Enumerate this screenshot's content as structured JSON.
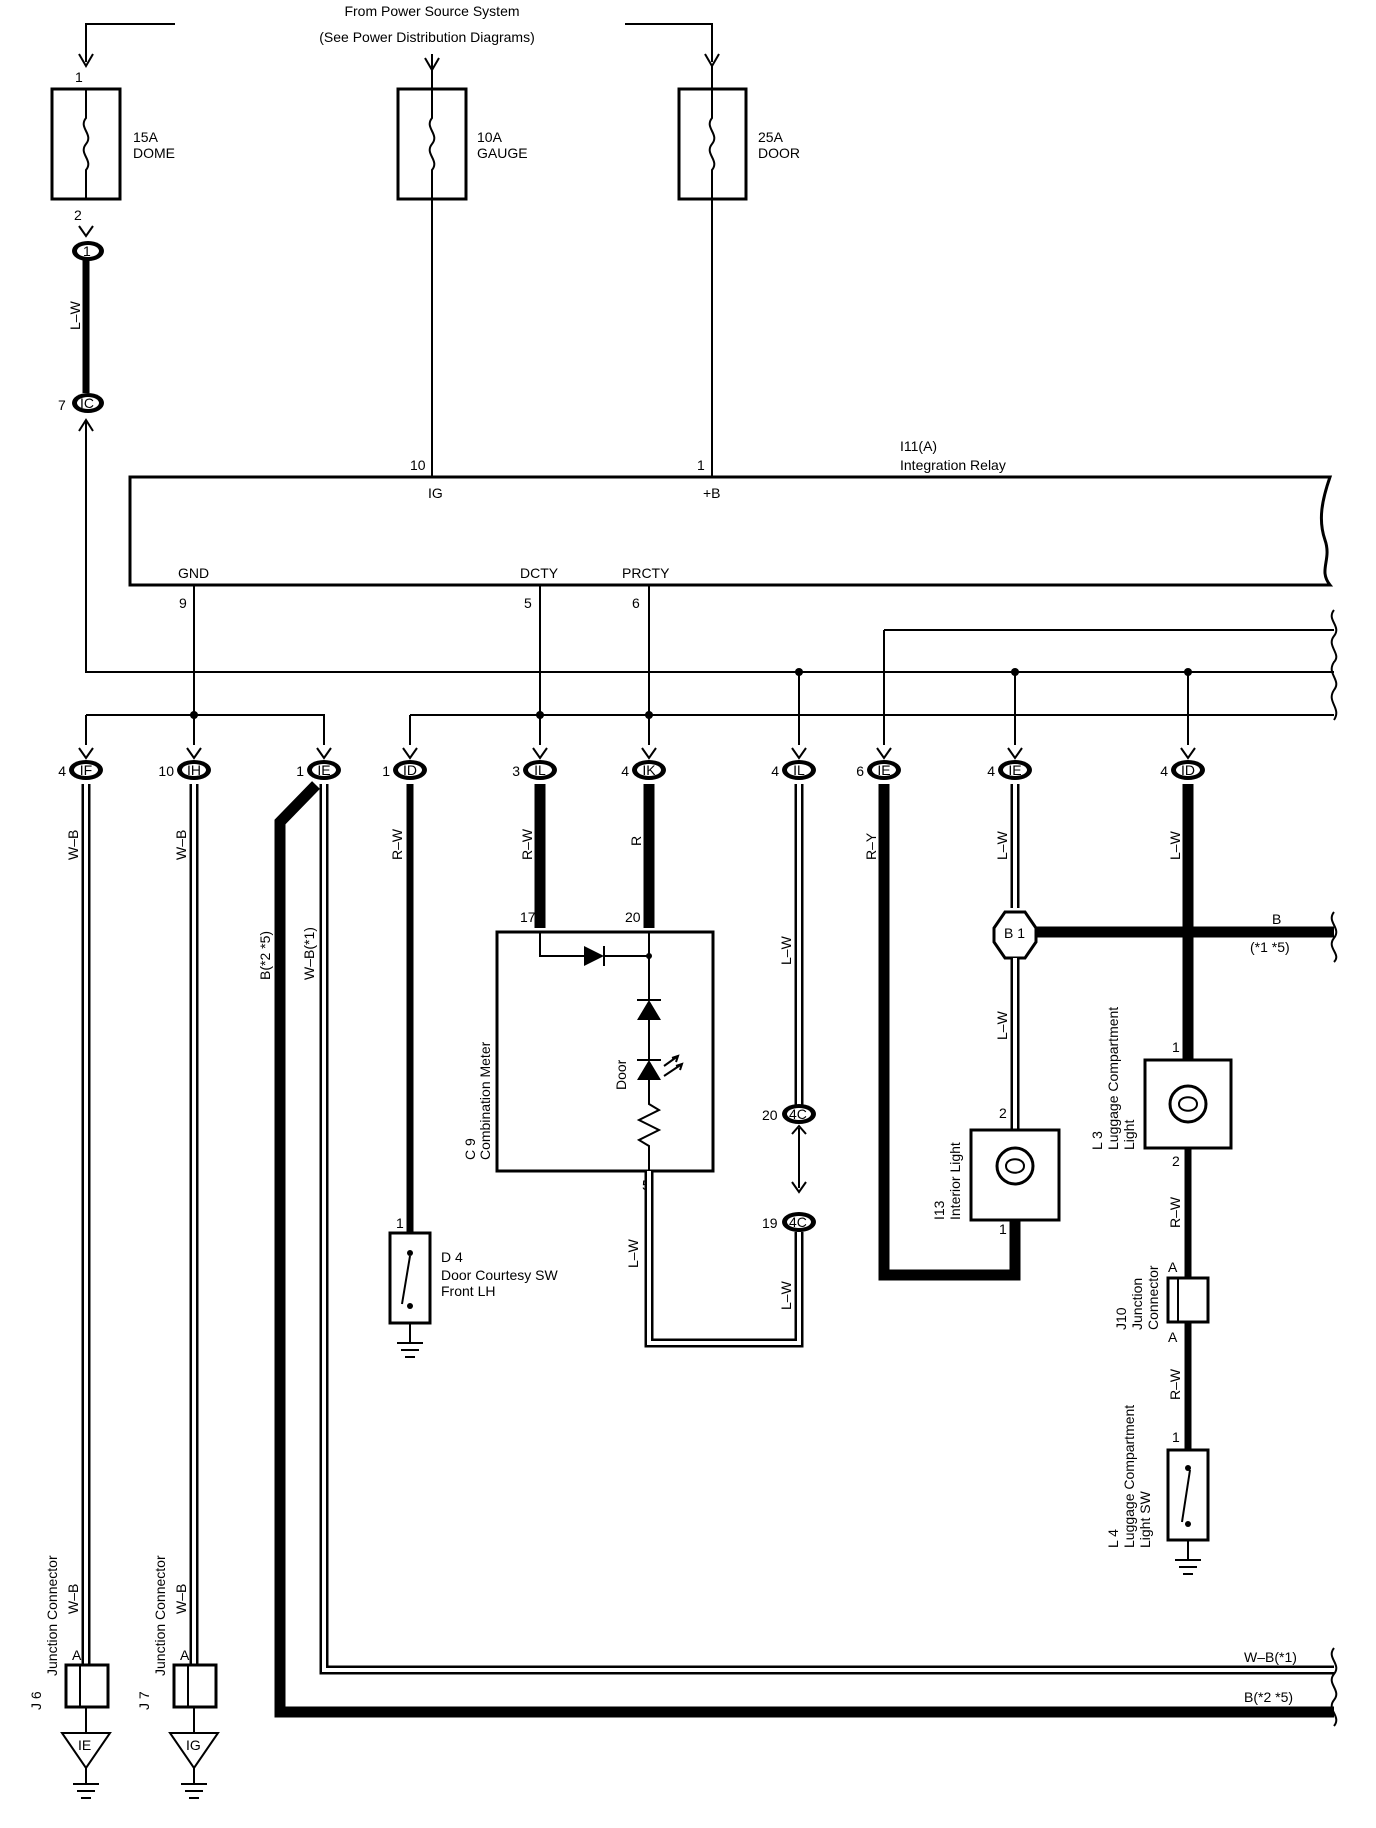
{
  "source": {
    "line1": "From Power Source System",
    "line2": "(See Power Distribution Diagrams)"
  },
  "fuses": [
    {
      "amp": "15A",
      "name": "DOME",
      "pin_in": "1",
      "pin_out": "2"
    },
    {
      "amp": "10A",
      "name": "GAUGE"
    },
    {
      "amp": "25A",
      "name": "DOOR"
    }
  ],
  "relay": {
    "code": "I11(A)",
    "name": "Integration Relay",
    "pins": {
      "ig": "10",
      "b": "1",
      "gnd": "9",
      "dcty": "5",
      "prcty": "6"
    },
    "labels": {
      "ig": "IG",
      "b": "+B",
      "gnd": "GND",
      "dcty": "DCTY",
      "prcty": "PRCTY"
    }
  },
  "dome_connectors": {
    "top_id": "1",
    "bottom_pin": "7",
    "bottom_id": "IC",
    "wire": "L–W"
  },
  "junctions": [
    {
      "pin": "4",
      "id": "IF",
      "wire": "W–B"
    },
    {
      "pin": "10",
      "id": "IH",
      "wire": "W–B"
    },
    {
      "pin": "1",
      "id": "IE",
      "wire1": "B(*2 *5)",
      "wire2": "W–B(*1)"
    },
    {
      "pin": "1",
      "id": "ID",
      "wire": "R–W"
    },
    {
      "pin": "3",
      "id": "IL",
      "wire": "R–W"
    },
    {
      "pin": "4",
      "id": "IK",
      "wire": "R"
    },
    {
      "pin": "4",
      "id": "IL",
      "wire": "L–W"
    },
    {
      "pin": "6",
      "id": "IE",
      "wire": "R–Y"
    },
    {
      "pin": "4",
      "id": "IE",
      "wire": "L–W"
    },
    {
      "pin": "4",
      "id": "ID",
      "wire": "L–W"
    }
  ],
  "meter": {
    "code": "C 9",
    "name": "Combination Meter",
    "pin_a": "17",
    "pin_b": "20",
    "pin_c": "5",
    "led_label": "Door",
    "wire_out": "L–W"
  },
  "conn_4c": {
    "id": "4C",
    "pin_top": "20",
    "pin_bottom": "19",
    "wire_top": "L–W",
    "wire_bottom": "L–W"
  },
  "door_sw": {
    "code": "D 4",
    "name_line1": "Door Courtesy SW",
    "name_line2": "Front LH",
    "pin": "1"
  },
  "interior_light": {
    "code": "I13",
    "name": "Interior Light",
    "pin_top": "2",
    "pin_bottom": "1",
    "wire_up": "L–W"
  },
  "b1": {
    "id": "B 1",
    "wire": "B",
    "note": "(*1 *5)"
  },
  "lug_light": {
    "code": "L 3",
    "name_line1": "Luggage Compartment",
    "name_line2": "Light",
    "pin_top": "1",
    "pin_bottom": "2",
    "wire_out": "R–W"
  },
  "j10": {
    "code": "J10",
    "name_line1": "Junction",
    "name_line2": "Connector",
    "pin": "A",
    "wire_out": "R–W"
  },
  "lug_sw": {
    "code": "L 4",
    "name_line1": "Luggage Compartment",
    "name_line2": "Light SW",
    "pin": "1"
  },
  "j6": {
    "code": "J 6",
    "name": "Junction Connector",
    "pin": "A",
    "wire": "W–B",
    "ground_id": "IE"
  },
  "j7": {
    "code": "J 7",
    "name": "Junction Connector",
    "pin": "A",
    "wire": "W–B",
    "ground_id": "IG"
  },
  "bottom_wires": {
    "wb1": "W–B(*1)",
    "b25": "B(*2 *5)"
  }
}
